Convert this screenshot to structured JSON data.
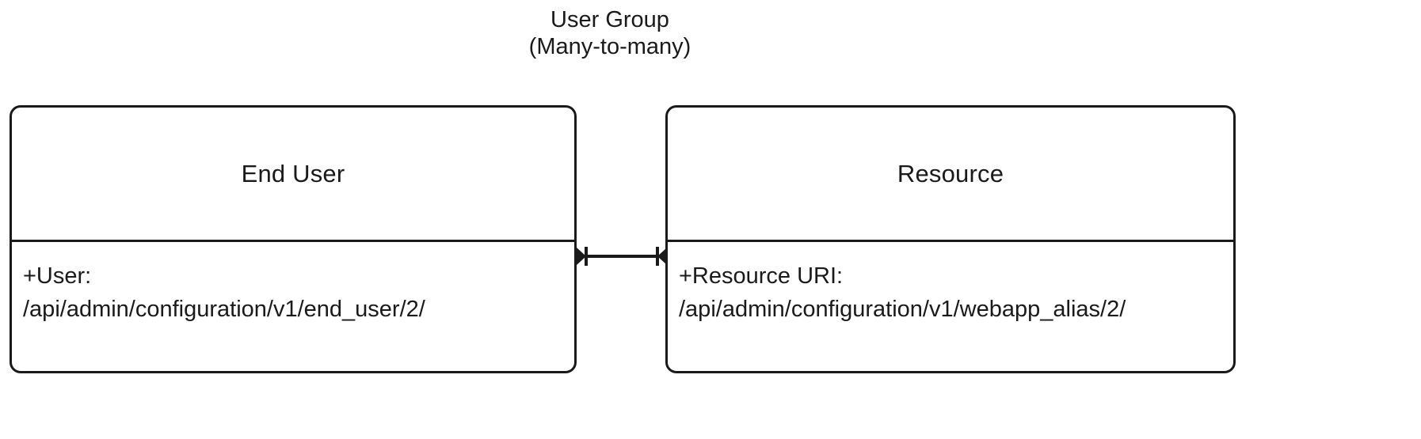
{
  "diagram": {
    "type": "uml-entity-relationship",
    "background_color": "#ffffff",
    "line_color": "#1a1a1a",
    "relationship": {
      "name": "User Group",
      "cardinality": "(Many-to-many)",
      "connector": {
        "left_marker": "one-and-only-one",
        "right_marker": "one-and-only-one",
        "style": "solid-line"
      }
    },
    "entities": [
      {
        "id": "end-user",
        "title": "End User",
        "attributes": [
          {
            "name": "+User:",
            "value": "/api/admin/configuration/v1/end_user/2/"
          }
        ]
      },
      {
        "id": "resource",
        "title": "Resource",
        "attributes": [
          {
            "name": "+Resource URI:",
            "value": "/api/admin/configuration/v1/webapp_alias/2/"
          }
        ]
      }
    ]
  }
}
